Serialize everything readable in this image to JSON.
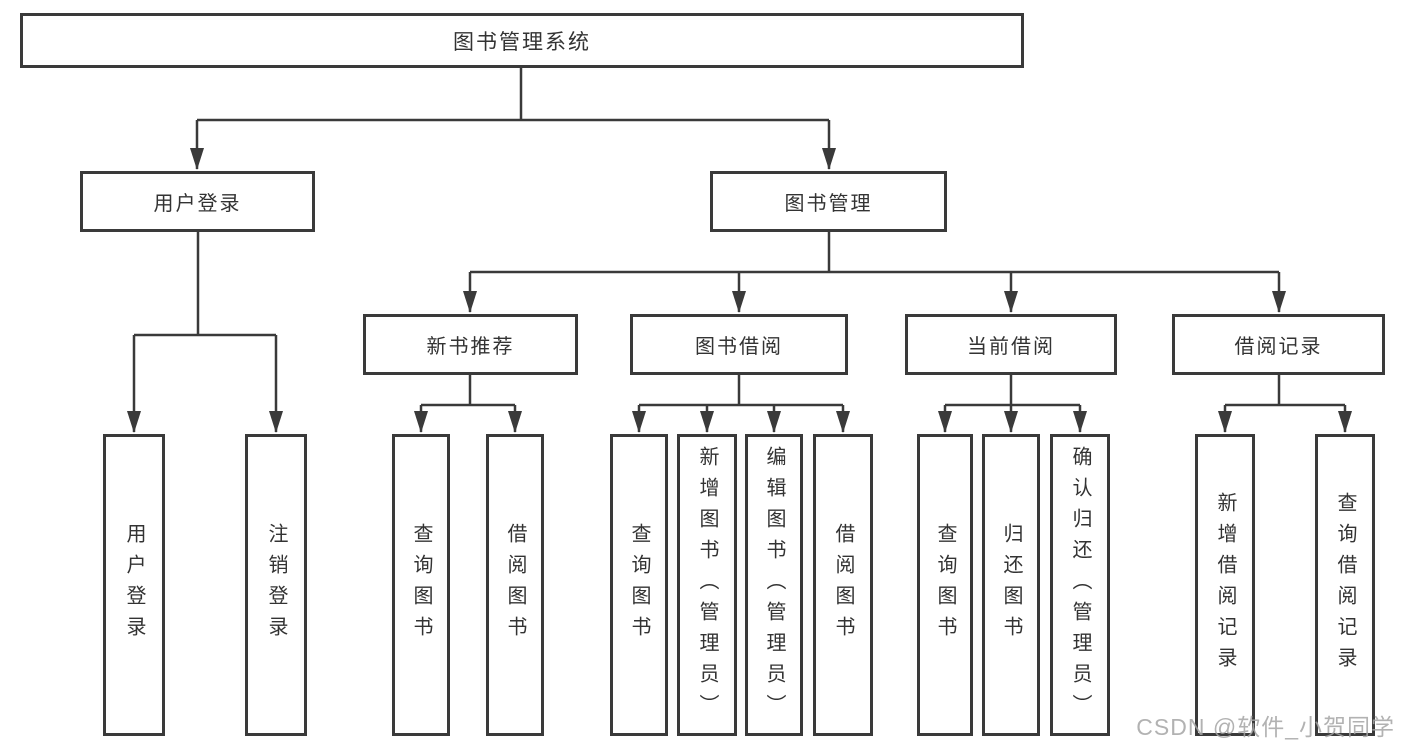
{
  "diagram": {
    "root": {
      "label": "图书管理系统"
    },
    "branches": [
      {
        "label": "用户登录",
        "children": [
          {
            "label": "用户登录"
          },
          {
            "label": "注销登录"
          }
        ]
      },
      {
        "label": "图书管理",
        "children": [
          {
            "label": "新书推荐",
            "children": [
              {
                "label": "查询图书"
              },
              {
                "label": "借阅图书"
              }
            ]
          },
          {
            "label": "图书借阅",
            "children": [
              {
                "label": "查询图书"
              },
              {
                "label": "新增图书（管理员）"
              },
              {
                "label": "编辑图书（管理员）"
              },
              {
                "label": "借阅图书"
              }
            ]
          },
          {
            "label": "当前借阅",
            "children": [
              {
                "label": "查询图书"
              },
              {
                "label": "归还图书"
              },
              {
                "label": "确认归还（管理员）"
              }
            ]
          },
          {
            "label": "借阅记录",
            "children": [
              {
                "label": "新增借阅记录"
              },
              {
                "label": "查询借阅记录"
              }
            ]
          }
        ]
      }
    ]
  },
  "watermark": "CSDN @软件_小贺同学",
  "colors": {
    "line": "#3a3a3a",
    "text": "#333333",
    "watermark": "#a5a5a5",
    "background": "#ffffff"
  }
}
